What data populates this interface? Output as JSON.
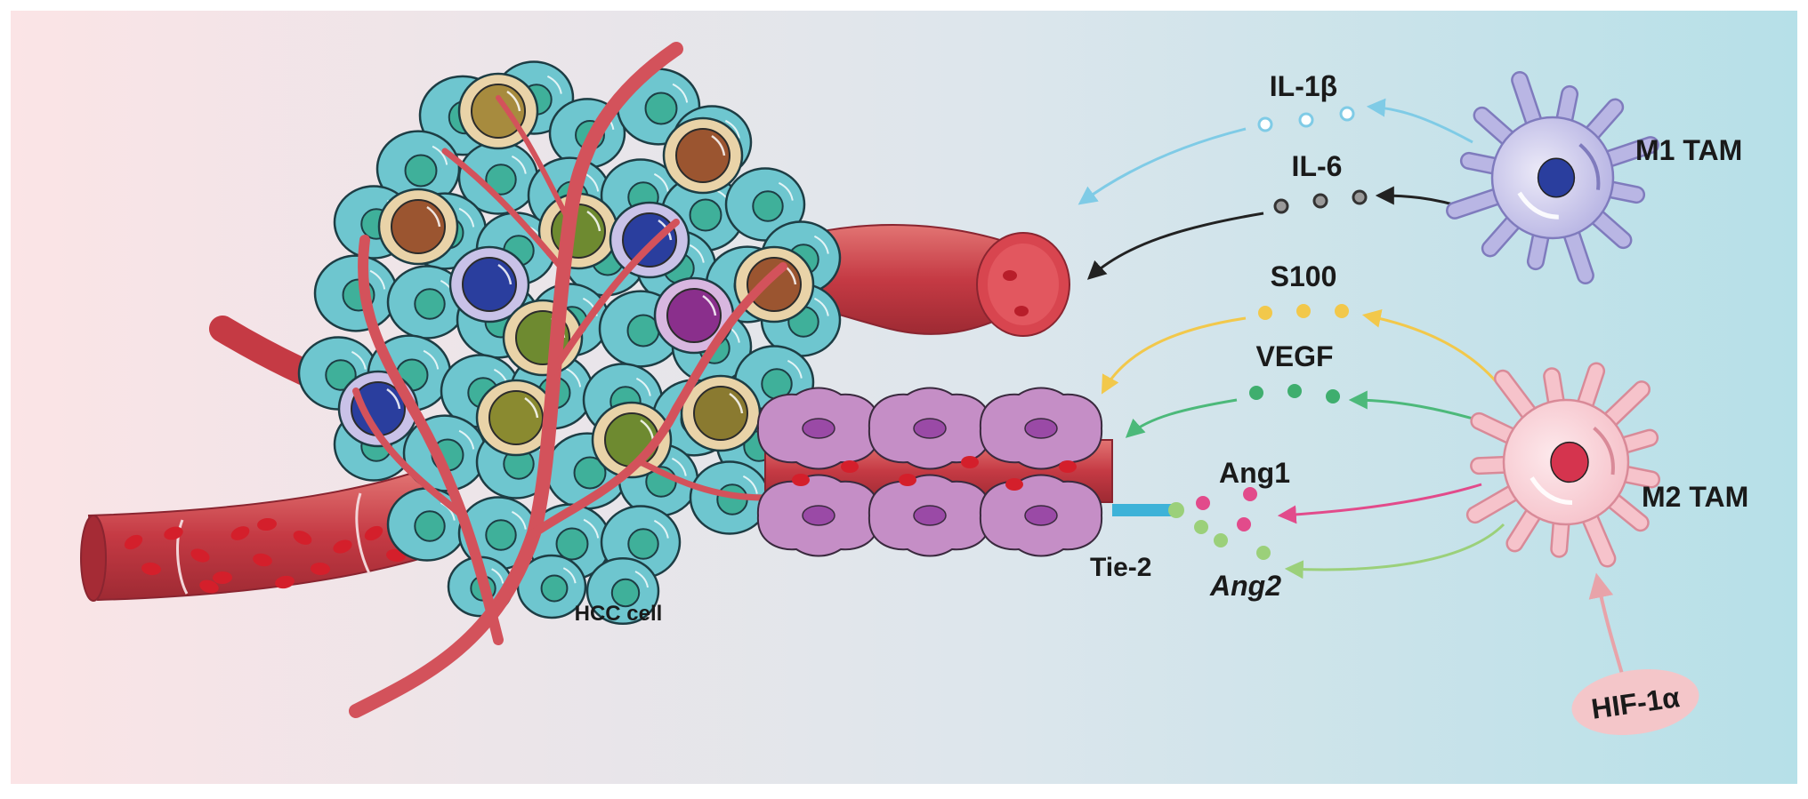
{
  "labels": {
    "il1b": "IL-1β",
    "il6": "IL-6",
    "s100": "S100",
    "vegf": "VEGF",
    "ang1": "Ang1",
    "ang2": "Ang2",
    "tie2": "Tie-2",
    "m1_tam": "M1 TAM",
    "m2_tam": "M2 TAM",
    "hif1a": "HIF-1α",
    "hcc_cell": "HCC cell"
  },
  "colors": {
    "bg_left": "#fbe4e6",
    "bg_right": "#b6e0e8",
    "hcc_cell": "#6ec6cf",
    "hcc_nucleus": "#3fb09a",
    "vessel": "#c93a43",
    "vessel_light": "#e8706f",
    "rbc": "#d41f2b",
    "endothelial": "#c58ec6",
    "endothelial_nucleus": "#9a4aa6",
    "m1_tam": "#b9b6e4",
    "m1_nucleus": "#2a3e9e",
    "m2_tam": "#f6c3cb",
    "m2_nucleus": "#d5344e",
    "il1b_arrow": "#7fcbe6",
    "il6_arrow": "#222222",
    "s100_arrow": "#f2c84b",
    "vegf_arrow": "#4cb97a",
    "ang1_arrow": "#e24b8b",
    "ang2_arrow": "#9bd07a",
    "hif_arrow": "#e8a3a9",
    "tie2_receptor": "#3db2d8"
  }
}
